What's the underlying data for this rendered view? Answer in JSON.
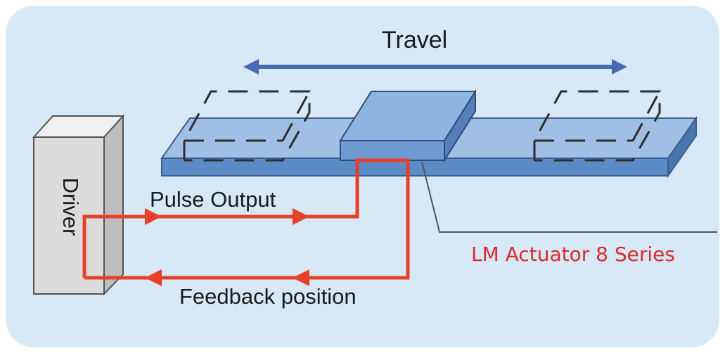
{
  "labels": {
    "travel": "Travel",
    "pulse_output": "Pulse Output",
    "feedback_position": "Feedback position",
    "product_name": "LM Actuator 8 Series",
    "driver": "Driver"
  },
  "colors": {
    "background_panel": "#d7e9f7",
    "rail": "#5b8bc6",
    "carriage": "#6f9bd2",
    "travel_arrow": "#4a6bb3",
    "signal_line": "#e8402a",
    "product_name": "#e0282b",
    "driver_box": "#dcdcdc"
  }
}
